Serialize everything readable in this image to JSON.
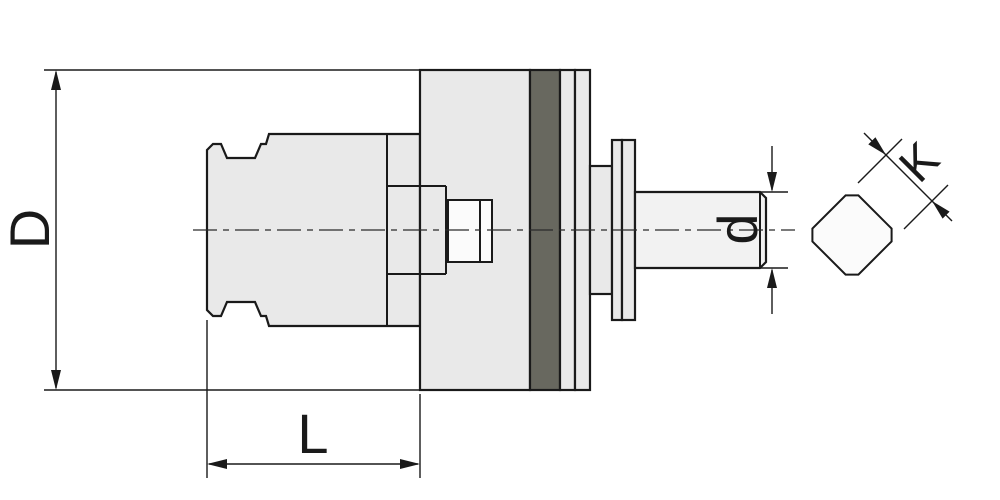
{
  "drawing": {
    "type": "technical-dimension-drawing",
    "subject": "tapping-collet-tool-holder-side-view-with-square-drive-end-view",
    "labels": {
      "body_diameter": "D",
      "body_length": "L",
      "shank_diameter": "d",
      "square_width": "K"
    },
    "colors": {
      "line": "#1a1a1a",
      "body_fill": "#e9e9e9",
      "ring_fill": "#68685f",
      "shaft_fill": "#f2f2f2",
      "window_fill": "#fbfbfb",
      "background": "#ffffff"
    }
  }
}
